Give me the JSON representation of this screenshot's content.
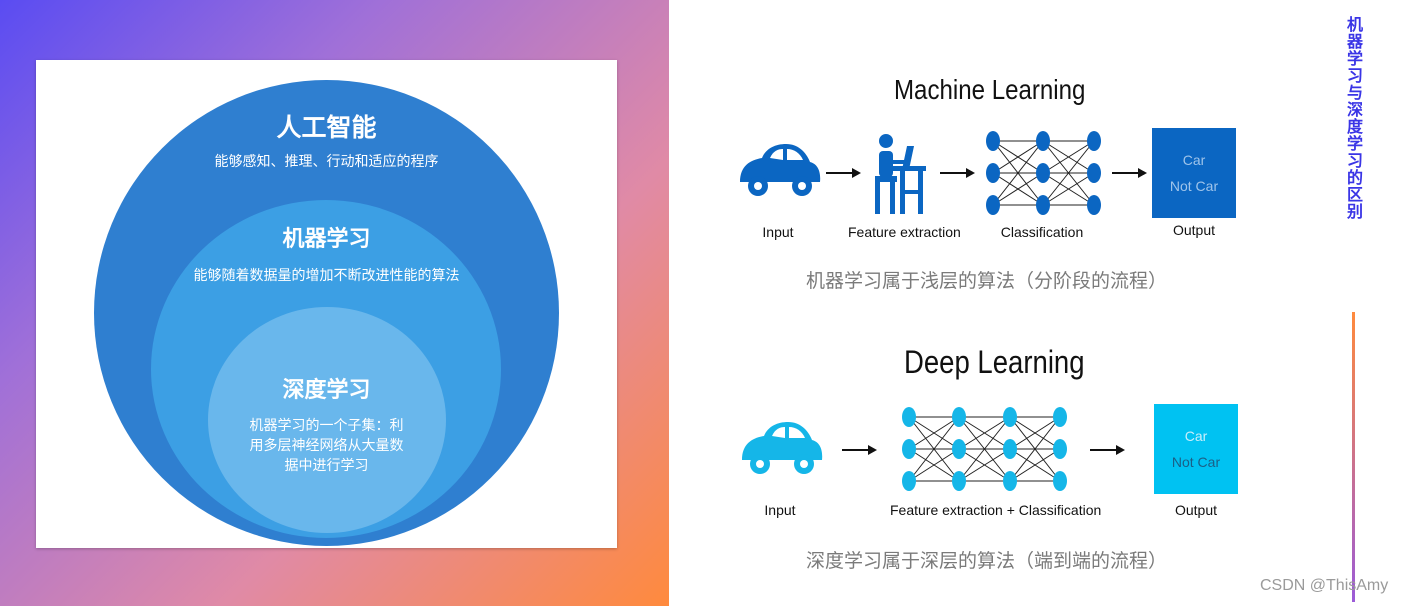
{
  "venn": {
    "ai": {
      "title": "人工智能",
      "desc": "能够感知、推理、行动和适应的程序"
    },
    "ml": {
      "title": "机器学习",
      "desc": "能够随着数据量的增加不断改进性能的算法"
    },
    "dl": {
      "title": "深度学习",
      "desc_lines": [
        "机器学习的一个子集：利",
        "用多层神经网络从大量数",
        "据中进行学习"
      ]
    }
  },
  "machine_learning": {
    "title": "Machine Learning",
    "labels": {
      "input": "Input",
      "feature": "Feature extraction",
      "classification": "Classification",
      "output": "Output"
    },
    "output_box": {
      "line1": "Car",
      "line2": "Not Car"
    },
    "caption": "机器学习属于浅层的算法（分阶段的流程）",
    "colors": {
      "primary": "#0b66c2",
      "box": "#0b66c2"
    }
  },
  "deep_learning": {
    "title": "Deep Learning",
    "labels": {
      "input": "Input",
      "combined": "Feature extraction + Classification",
      "output": "Output"
    },
    "output_box": {
      "line1": "Car",
      "line2": "Not Car"
    },
    "caption": "深度学习属于深层的算法（端到端的流程）",
    "colors": {
      "primary": "#15b6e8",
      "box": "#00c2f2"
    }
  },
  "side_title": "机器学习与深度学习的区别",
  "watermark": "CSDN @ThisAmy"
}
